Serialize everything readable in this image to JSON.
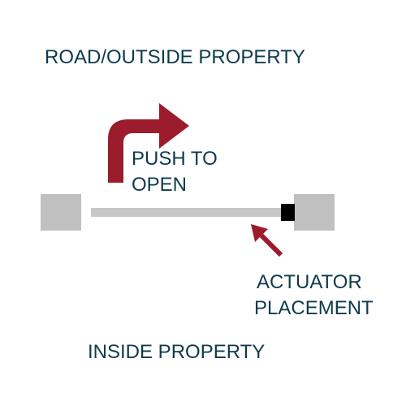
{
  "labels": {
    "outside": "ROAD/OUTSIDE PROPERTY",
    "push_line1": "PUSH TO",
    "push_line2": "OPEN",
    "actuator_line1": "ACTUATOR",
    "actuator_line2": "PLACEMENT",
    "inside": "INSIDE PROPERTY"
  },
  "colors": {
    "text": "#0d3b4c",
    "arrow": "#9b1c2c",
    "post": "#c0c0c0",
    "gate": "#c7c7c7",
    "actuator": "#000000"
  }
}
